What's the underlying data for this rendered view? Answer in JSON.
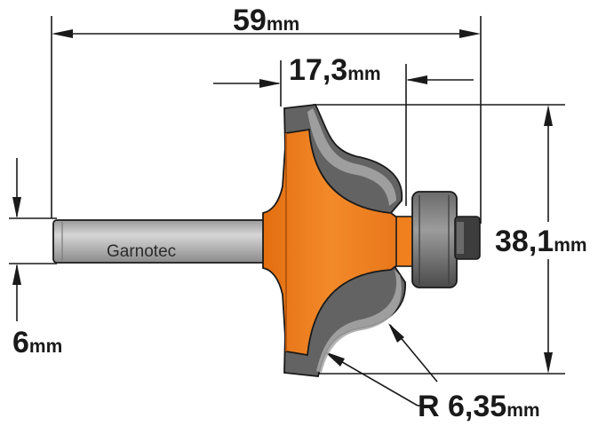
{
  "brand": "Garnotec",
  "dimensions": {
    "overall_length": {
      "value": "59",
      "unit": "mm"
    },
    "cutting_length": {
      "value": "17,3",
      "unit": "mm"
    },
    "cutting_diameter": {
      "value": "38,1",
      "unit": "mm"
    },
    "shank_diameter": {
      "value": "6",
      "unit": "mm"
    },
    "radius": {
      "prefix": "R ",
      "value": "6,35",
      "unit": "mm"
    }
  },
  "colors": {
    "orange": "#f07f1e",
    "dark_gray": "#5f5f5f",
    "light_gray": "#bcbcbc",
    "outline": "#1a1a1a"
  }
}
